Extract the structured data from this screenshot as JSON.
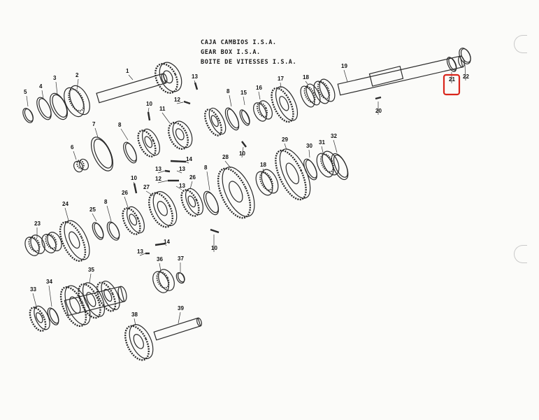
{
  "title": {
    "spanish": "CAJA CAMBIOS  I.S.A.",
    "english": "GEAR BOX I.S.A.",
    "french": "BOITE DE VITESSES  I.S.A."
  },
  "highlight": {
    "part": "21",
    "color": "#d9261c"
  },
  "parts": [
    {
      "num": "1"
    },
    {
      "num": "2"
    },
    {
      "num": "3"
    },
    {
      "num": "4"
    },
    {
      "num": "5"
    },
    {
      "num": "6"
    },
    {
      "num": "7"
    },
    {
      "num": "8"
    },
    {
      "num": "10"
    },
    {
      "num": "11"
    },
    {
      "num": "12"
    },
    {
      "num": "13"
    },
    {
      "num": "14"
    },
    {
      "num": "15"
    },
    {
      "num": "16"
    },
    {
      "num": "17"
    },
    {
      "num": "18"
    },
    {
      "num": "19"
    },
    {
      "num": "20"
    },
    {
      "num": "21"
    },
    {
      "num": "22"
    },
    {
      "num": "23"
    },
    {
      "num": "24"
    },
    {
      "num": "25"
    },
    {
      "num": "26"
    },
    {
      "num": "27"
    },
    {
      "num": "28"
    },
    {
      "num": "29"
    },
    {
      "num": "30"
    },
    {
      "num": "31"
    },
    {
      "num": "32"
    },
    {
      "num": "33"
    },
    {
      "num": "34"
    },
    {
      "num": "35"
    },
    {
      "num": "36"
    },
    {
      "num": "37"
    },
    {
      "num": "38"
    },
    {
      "num": "39"
    }
  ]
}
